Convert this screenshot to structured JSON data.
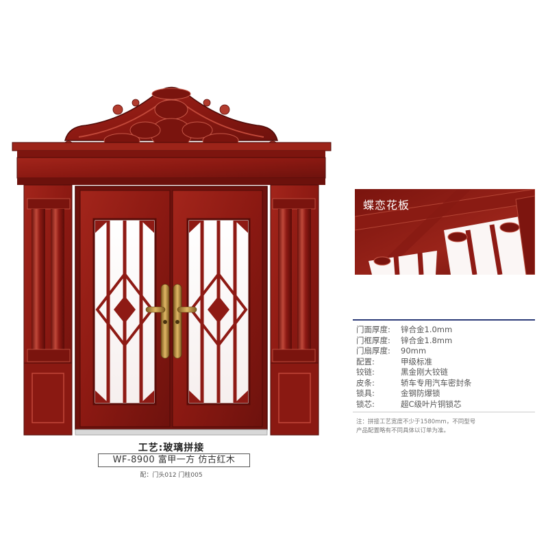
{
  "captions": {
    "craft": "工艺:玻璃拼接",
    "model": "WF-8900 富甲一方  仿古红木",
    "accessory": "配：门头012 门柱005"
  },
  "detail": {
    "title": "蝶恋花板"
  },
  "specs": [
    {
      "label": "门面厚度:",
      "value": "锌合金1.0mm"
    },
    {
      "label": "门框厚度:",
      "value": "锌合金1.8mm"
    },
    {
      "label": "门扇厚度:",
      "value": "90mm"
    },
    {
      "label": "配置:",
      "value": "甲级标准"
    },
    {
      "label": "铰链:",
      "value": "黑金刚大铰链"
    },
    {
      "label": "皮条:",
      "value": "轿车专用汽车密封条"
    },
    {
      "label": "锁具:",
      "value": "金钢防爆锁"
    },
    {
      "label": "锁芯:",
      "value": "超C级叶片铜锁芯"
    }
  ],
  "note": {
    "line1": "注：拼接工艺宽度不少于1580mm，不同型号",
    "line2": "产品配置略有不同具体以订单为准。"
  },
  "colors": {
    "wood": "#8e1a14",
    "wood_dark": "#5c0d0a",
    "wood_light": "#b43a2c",
    "brass": "#b8893a",
    "accent_line": "#2b3a78"
  }
}
